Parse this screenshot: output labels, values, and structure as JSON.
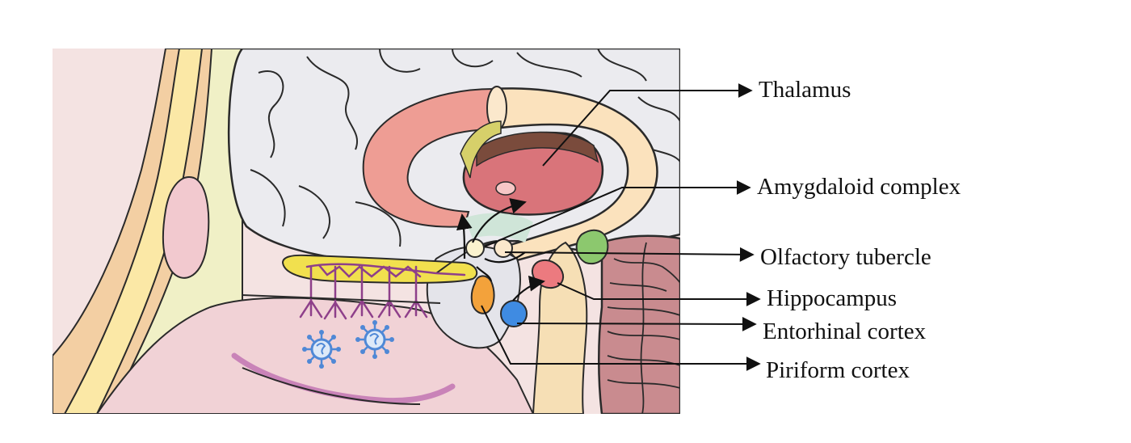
{
  "labels": {
    "thalamus": "Thalamus",
    "amygdaloid_complex": "Amygdaloid complex",
    "olfactory_tubercle": "Olfactory tubercle",
    "hippocampus": "Hippocampus",
    "entorhinal_cortex": "Entorhinal cortex",
    "piriform_cortex": "Piriform cortex"
  },
  "colors": {
    "skin": "#f3cfa3",
    "bone": "#fbe8a6",
    "cortex": "#ebebef",
    "nasal": "#f2d9dc",
    "thalamus": "#d9747a",
    "corpus_callosum": "#fbe2bd",
    "olfactory_bulb": "#f1e04e",
    "olfactory_nerve": "#8e3f8a",
    "piriform": "#f3a23b",
    "entorhinal": "#3f8be2",
    "hippocampus": "#ec7a7f",
    "amygdala": "#8cc86e",
    "cerebellum": "#c98b8f",
    "virus": "#4f88d6"
  }
}
